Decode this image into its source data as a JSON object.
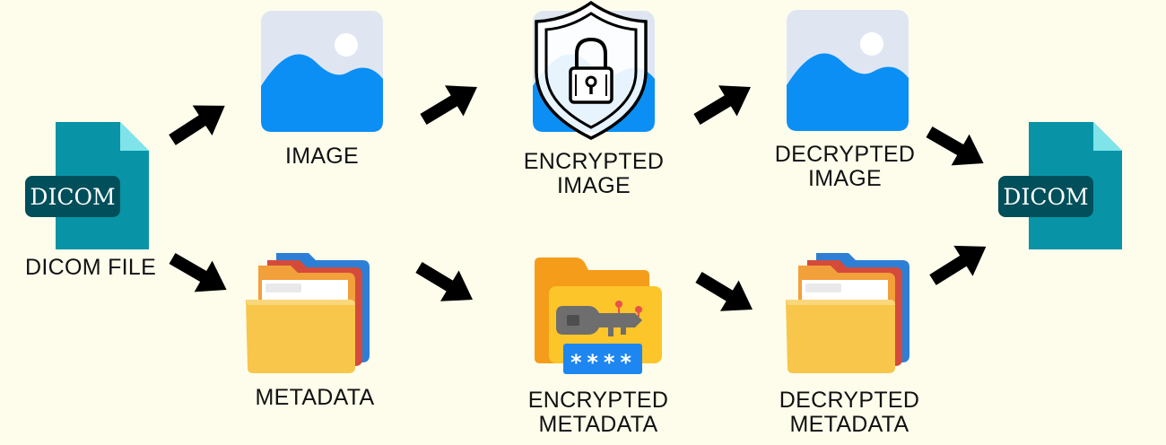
{
  "nodes": {
    "dicom_input": {
      "badge": "DICOM",
      "label": "DICOM FILE",
      "icon": "document-icon"
    },
    "image": {
      "label": "IMAGE",
      "icon": "image-icon"
    },
    "encrypted_image": {
      "label_line1": "ENCRYPTED",
      "label_line2": "IMAGE",
      "icon": "shield-lock-icon"
    },
    "decrypted_image": {
      "label_line1": "DECRYPTED",
      "label_line2": "IMAGE",
      "icon": "image-icon"
    },
    "dicom_output": {
      "badge": "DICOM",
      "icon": "document-icon"
    },
    "metadata": {
      "label": "METADATA",
      "icon": "folders-icon"
    },
    "encrypted_metadata": {
      "label_line1": "ENCRYPTED",
      "label_line2": "METADATA",
      "icon": "folder-key-icon",
      "password_mask": "****"
    },
    "decrypted_metadata": {
      "label_line1": "DECRYPTED",
      "label_line2": "METADATA",
      "icon": "folders-icon"
    }
  },
  "colors": {
    "background": "#fefdec",
    "dicom_teal": "#0894a6",
    "dicom_badge": "#004f5a",
    "image_blue": "#0b8ff5",
    "image_bg": "#dfe6f2",
    "folder_yellow": "#f7c64a",
    "arrow": "#000000"
  }
}
